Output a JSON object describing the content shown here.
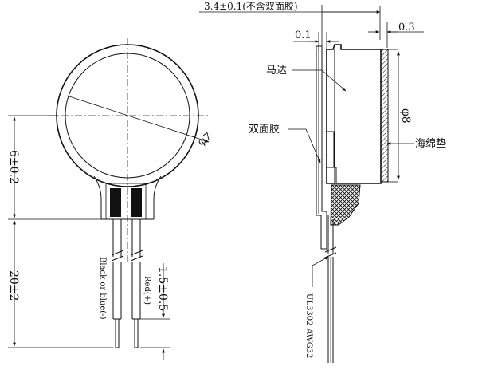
{
  "front_view": {
    "height_dim": "6±0.2",
    "diameter_dim": "φ7",
    "lead_length_dim": "20±2",
    "strip_length_dim": "1.5±0.5",
    "black_wire_label": "Black or blue(-)",
    "red_wire_label": "Red(+)"
  },
  "side_view": {
    "thickness_dim": "3.4±0.1(不含双面胶)",
    "left_gap_dim": "0.1",
    "right_gap_dim": "0.3",
    "motor_label": "马达",
    "tape_label": "双面胶",
    "foam_label": "海绵垫",
    "foam_diameter_dim": "φ8",
    "wire_spec_label": "UL3302  AWG32"
  }
}
